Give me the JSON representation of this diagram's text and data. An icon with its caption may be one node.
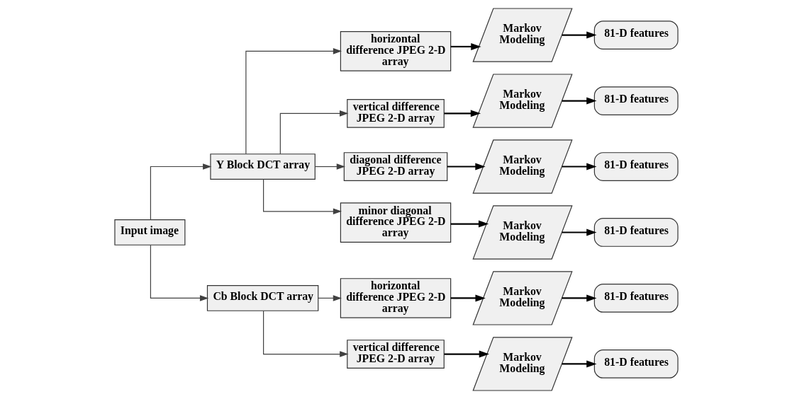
{
  "diagram": {
    "nodes": [
      {
        "text": [
          "Input image"
        ]
      },
      {
        "text": [
          "Y Block DCT array"
        ]
      },
      {
        "text": [
          "Cb Block DCT array"
        ]
      },
      {
        "text": [
          "horizontal difference JPEG 2-D array"
        ]
      },
      {
        "text": [
          "Markov Modeling"
        ]
      },
      {
        "text": [
          "81-D features"
        ]
      },
      {
        "text": [
          "vertical difference JPEG 2-D array"
        ]
      },
      {
        "text": [
          "Markov Modeling"
        ]
      },
      {
        "text": [
          "81-D features"
        ]
      },
      {
        "text": [
          "diagonal difference JPEG 2-D array"
        ]
      },
      {
        "text": [
          "Markov Modeling"
        ]
      },
      {
        "text": [
          "81-D features"
        ]
      },
      {
        "text": [
          "minor diagonal difference JPEG 2-D array"
        ]
      },
      {
        "text": [
          "Markov Modeling"
        ]
      },
      {
        "text": [
          "81-D features"
        ]
      },
      {
        "text": [
          "horizontal difference JPEG 2-D array"
        ]
      },
      {
        "text": [
          "Markov Modeling"
        ]
      },
      {
        "text": [
          "81-D features"
        ]
      },
      {
        "text": [
          "vertical difference JPEG 2-D array"
        ]
      },
      {
        "text": [
          "Markov Modeling"
        ]
      },
      {
        "text": [
          "81-D features"
        ]
      }
    ],
    "edges": [
      {
        "from": 0,
        "to": 1,
        "arrow": "to",
        "color": "#404040"
      },
      {
        "from": 0,
        "to": 2,
        "arrow": "to",
        "color": "#404040"
      },
      {
        "from": 1,
        "to": 3,
        "arrow": "to",
        "color": "#404040"
      },
      {
        "from": 1,
        "to": 6,
        "arrow": "to",
        "color": "#404040"
      },
      {
        "from": 1,
        "to": 9,
        "arrow": "to",
        "color": "#404040"
      },
      {
        "from": 1,
        "to": 12,
        "arrow": "to",
        "color": "#404040"
      },
      {
        "from": 2,
        "to": 15,
        "arrow": "to",
        "color": "#404040"
      },
      {
        "from": 2,
        "to": 18,
        "arrow": "to",
        "color": "#404040"
      },
      {
        "from": 3,
        "to": 4,
        "arrow": "to"
      },
      {
        "from": 4,
        "to": 5,
        "arrow": "to"
      },
      {
        "from": 6,
        "to": 7,
        "arrow": "to"
      },
      {
        "from": 7,
        "to": 8,
        "arrow": "to"
      },
      {
        "from": 9,
        "to": 10,
        "arrow": "to"
      },
      {
        "from": 10,
        "to": 11,
        "arrow": "to"
      },
      {
        "from": 12,
        "to": 13,
        "arrow": "to"
      },
      {
        "from": 13,
        "to": 14,
        "arrow": "to"
      },
      {
        "from": 15,
        "to": 16,
        "arrow": "to"
      },
      {
        "from": 16,
        "to": 17,
        "arrow": "to"
      },
      {
        "from": 18,
        "to": 19,
        "arrow": "to"
      },
      {
        "from": 19,
        "to": 20,
        "arrow": "to"
      }
    ]
  }
}
